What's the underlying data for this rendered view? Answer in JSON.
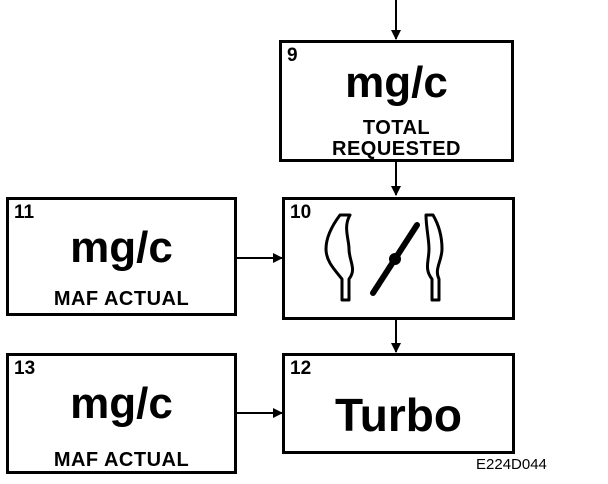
{
  "box9": {
    "number": "9",
    "unit": "mg/c",
    "label_line1": "TOTAL",
    "label_line2": "REQUESTED"
  },
  "box10": {
    "number": "10",
    "icon": "throttle-body-icon"
  },
  "box11": {
    "number": "11",
    "unit": "mg/c",
    "label": "MAF ACTUAL"
  },
  "box12": {
    "number": "12",
    "label": "Turbo"
  },
  "box13": {
    "number": "13",
    "unit": "mg/c",
    "label": "MAF ACTUAL"
  },
  "figure_code": "E224D044",
  "colors": {
    "line": "#000000",
    "background": "#ffffff"
  }
}
